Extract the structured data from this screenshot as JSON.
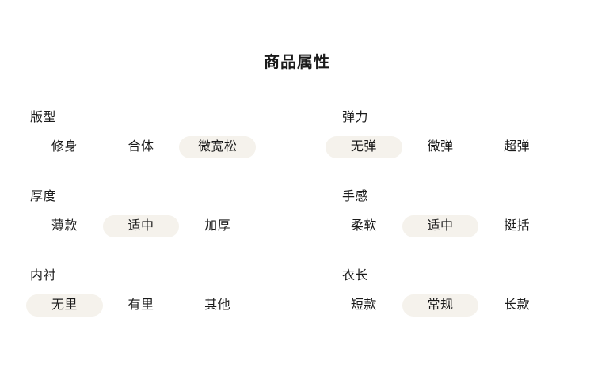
{
  "page": {
    "title": "商品属性",
    "background_color": "#ffffff",
    "text_color": "#1b1b1b",
    "selected_pill_color": "#f5f2ec"
  },
  "groups": [
    {
      "label": "版型",
      "column": "left",
      "options": [
        {
          "label": "修身",
          "selected": false
        },
        {
          "label": "合体",
          "selected": false
        },
        {
          "label": "微宽松",
          "selected": true
        }
      ]
    },
    {
      "label": "弹力",
      "column": "right",
      "options": [
        {
          "label": "无弹",
          "selected": true
        },
        {
          "label": "微弹",
          "selected": false
        },
        {
          "label": "超弹",
          "selected": false
        }
      ]
    },
    {
      "label": "厚度",
      "column": "left",
      "options": [
        {
          "label": "薄款",
          "selected": false
        },
        {
          "label": "适中",
          "selected": true
        },
        {
          "label": "加厚",
          "selected": false
        }
      ]
    },
    {
      "label": "手感",
      "column": "right",
      "options": [
        {
          "label": "柔软",
          "selected": false
        },
        {
          "label": "适中",
          "selected": true
        },
        {
          "label": "挺括",
          "selected": false
        }
      ]
    },
    {
      "label": "内衬",
      "column": "left",
      "options": [
        {
          "label": "无里",
          "selected": true
        },
        {
          "label": "有里",
          "selected": false
        },
        {
          "label": "其他",
          "selected": false
        }
      ]
    },
    {
      "label": "衣长",
      "column": "right",
      "options": [
        {
          "label": "短款",
          "selected": false
        },
        {
          "label": "常规",
          "selected": false
        },
        {
          "label": "长款",
          "selected": false
        }
      ]
    }
  ]
}
